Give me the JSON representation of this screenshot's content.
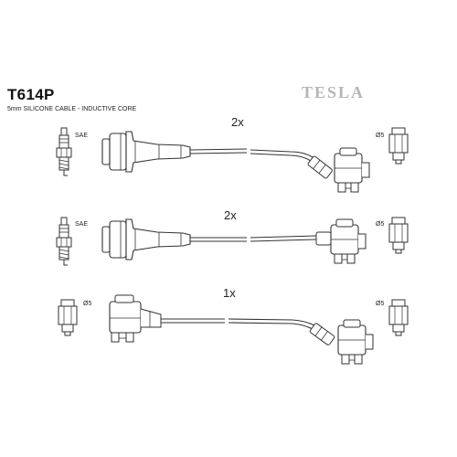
{
  "header": {
    "part_number": "T614P",
    "subtitle": "5mm SILICONE CABLE - INDUCTIVE CORE",
    "brand": "TESLA"
  },
  "rows": [
    {
      "quantity": "2x",
      "left_label": "SAE",
      "right_label": "Ø5"
    },
    {
      "quantity": "2x",
      "left_label": "SAE",
      "right_label": "Ø5"
    },
    {
      "quantity": "1x",
      "left_label": "Ø5",
      "right_label": "Ø5"
    }
  ]
}
